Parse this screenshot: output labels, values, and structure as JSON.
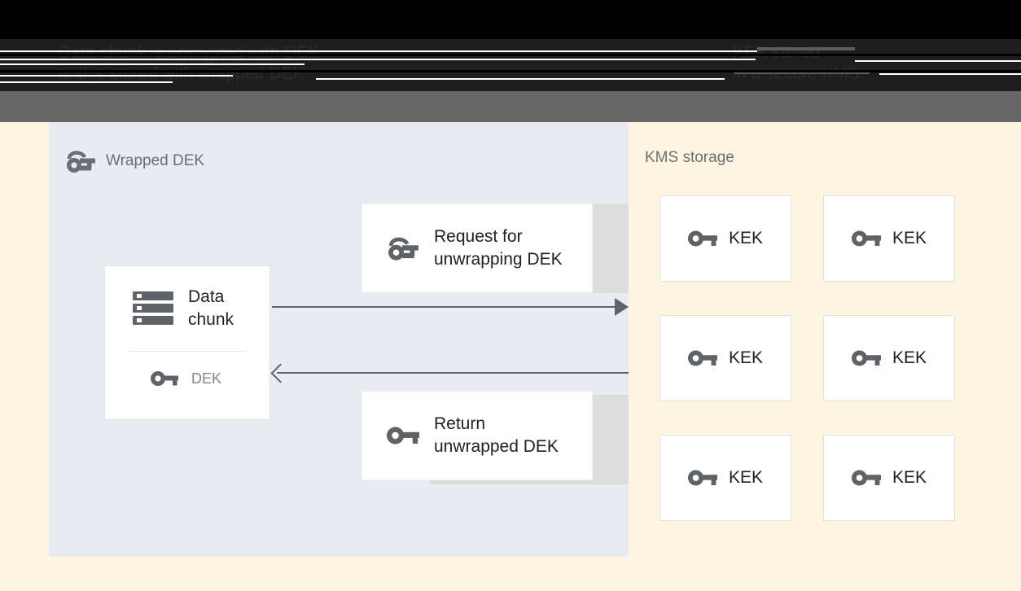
{
  "banner": {
    "left_text": "Data chunk is encrypted with DEK\nand is stored with wrapped DEK",
    "right_text": "KEK stored\nin a secure KMS"
  },
  "left_panel": {
    "header_label": "Wrapped DEK",
    "header_icon": "wrapped-key-icon",
    "data_chunk": {
      "icon": "data-chunk-icon",
      "title": "Data\nchunk",
      "key_icon": "key-icon",
      "key_label": "DEK"
    },
    "messages": [
      {
        "icon": "wrapped-key-icon",
        "label": "Request for\nunwrapping DEK",
        "direction": "right"
      },
      {
        "icon": "key-icon",
        "label": "Return\nunwrapped DEK",
        "direction": "left"
      }
    ]
  },
  "right_panel": {
    "header_label": "KMS storage",
    "kek_cards": [
      {
        "icon": "key-icon",
        "label": "KEK"
      },
      {
        "icon": "key-icon",
        "label": "KEK"
      },
      {
        "icon": "key-icon",
        "label": "KEK"
      },
      {
        "icon": "key-icon",
        "label": "KEK"
      },
      {
        "icon": "key-icon",
        "label": "KEK"
      },
      {
        "icon": "key-icon",
        "label": "KEK"
      }
    ]
  },
  "colors": {
    "left_panel_bg": "#e8ecf0",
    "right_panel_bg": "#fdf5e1",
    "strip": "#dcdcdc",
    "toolbar": "#666666",
    "icon": "#5f6368",
    "text": "#202124",
    "muted_text": "#80868b"
  }
}
